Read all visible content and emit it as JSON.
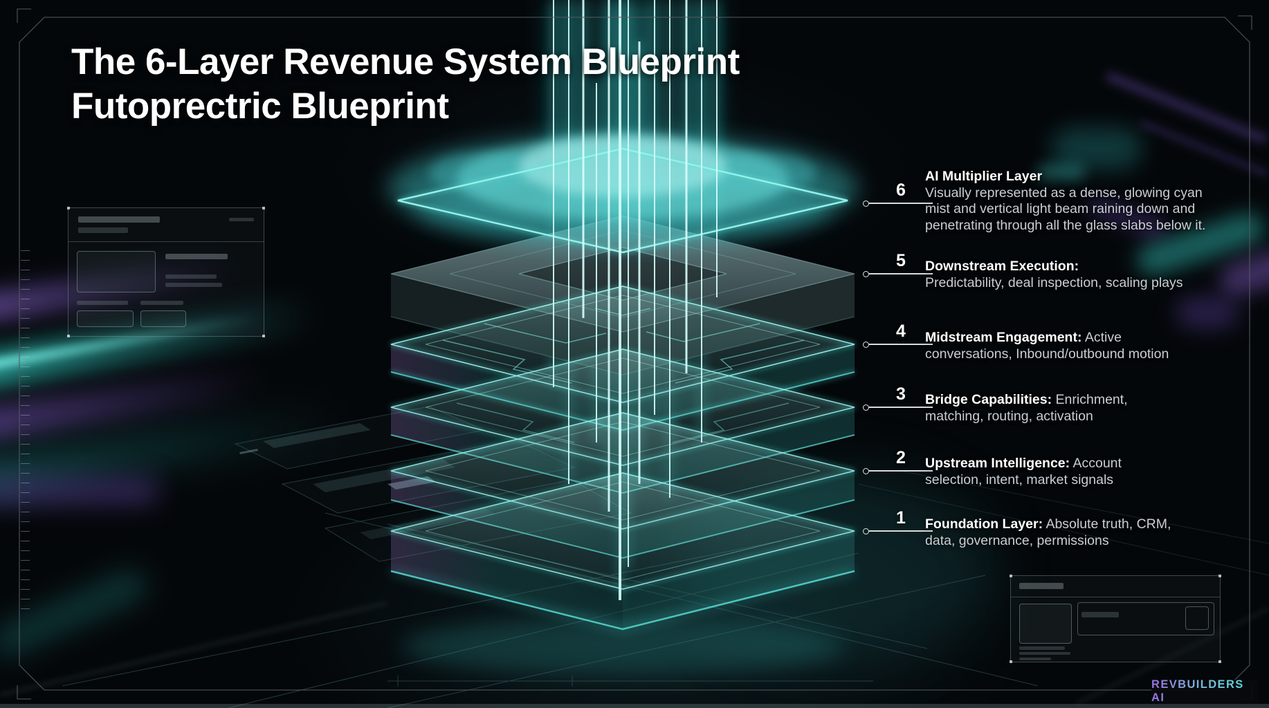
{
  "title": {
    "line1": "The 6-Layer Revenue System Blueprint",
    "line2": "Futoprectric Blueprint"
  },
  "layers": [
    {
      "num": "6",
      "heading": "AI Multiplier Layer",
      "description": "Visually represented as a dense, glowing cyan mist and vertical light beam raining down and penetrating through all the glass slabs below it."
    },
    {
      "num": "5",
      "heading": "Downstream Execution:",
      "description": "Predictability, deal inspection, scaling plays"
    },
    {
      "num": "4",
      "heading": "Midstream Engagement:",
      "description": "Active conversations, Inbound/outbound motion"
    },
    {
      "num": "3",
      "heading": "Bridge Capabilities:",
      "description": "Enrichment, matching, routing, activation"
    },
    {
      "num": "2",
      "heading": "Upstream Intelligence:",
      "description": "Account selection, intent, market signals"
    },
    {
      "num": "1",
      "heading": "Foundation Layer:",
      "description": "Absolute truth, CRM, data, governance, permissions"
    }
  ],
  "branding": {
    "logo_text": "REVBUILDERS AI"
  },
  "colors": {
    "background": "#04070a",
    "accent_cyan": "#6fe8e2",
    "accent_purple": "#8a63c9",
    "text_primary": "#ffffff",
    "text_secondary": "#c9ced3",
    "leader_line": "#d6dde0"
  }
}
